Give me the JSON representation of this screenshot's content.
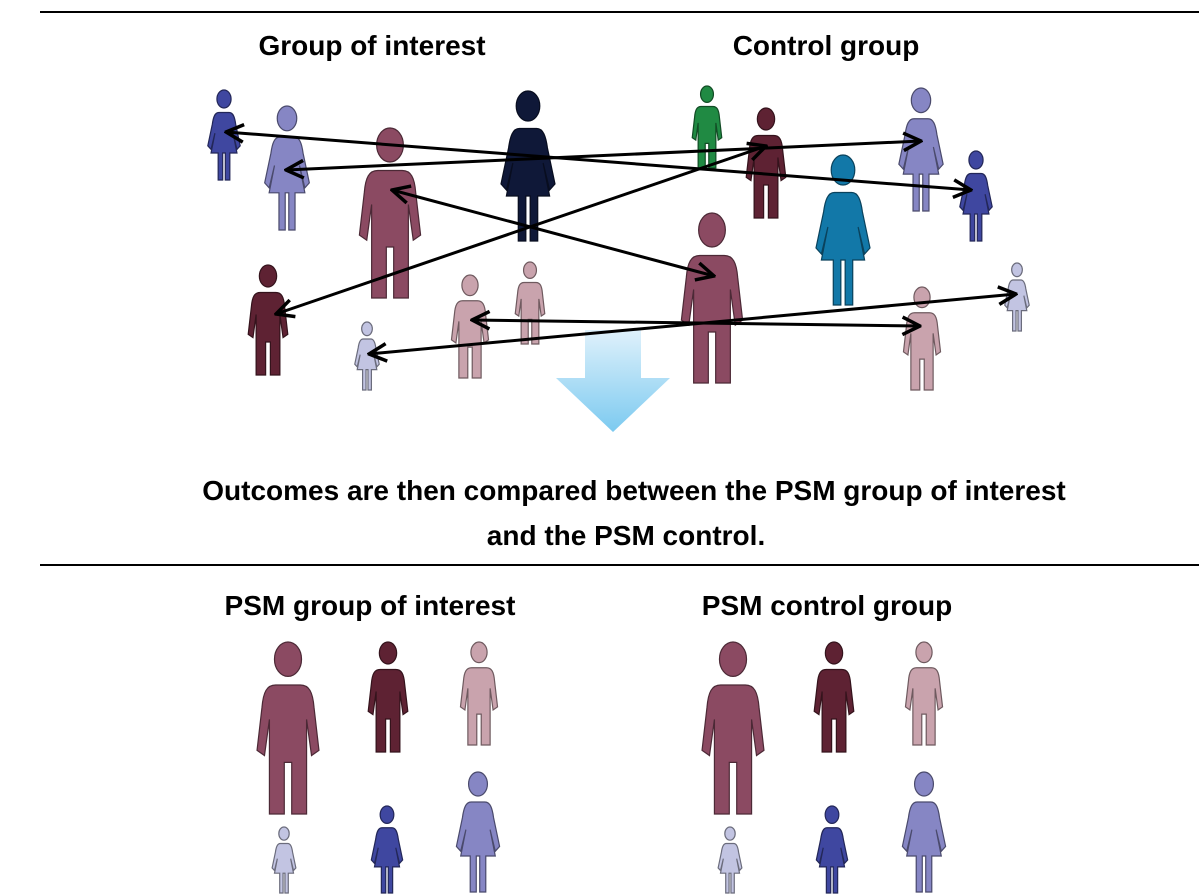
{
  "headings": {
    "group_of_interest": "Group of interest",
    "control_group": "Control group",
    "caption_line1": "Outcomes are then compared between the PSM group of interest",
    "caption_line2": "and the PSM control.",
    "psm_group_of_interest": "PSM group of interest",
    "psm_control_group": "PSM control group"
  },
  "colors": {
    "navy": "#0f1838",
    "mauve": "#8b4a62",
    "maroon": "#5e2233",
    "pink": "#c9a3ad",
    "periwinkle": "#8686c4",
    "indigo": "#3f47a0",
    "pale_lavender": "#c2c4e2",
    "green": "#208a43",
    "teal": "#1278a8",
    "arrow": "#000000",
    "down_arrow_top": "#dff1fb",
    "down_arrow_bottom": "#7ccaf0"
  },
  "people": {
    "top": [
      {
        "id": "goi-small-woman-indigo",
        "sex": "female",
        "color": "indigo"
      },
      {
        "id": "goi-woman-periwinkle",
        "sex": "female",
        "color": "periwinkle"
      },
      {
        "id": "goi-man-mauve",
        "sex": "male",
        "color": "mauve"
      },
      {
        "id": "goi-woman-navy",
        "sex": "female",
        "color": "navy"
      },
      {
        "id": "goi-man-maroon",
        "sex": "male",
        "color": "maroon"
      },
      {
        "id": "goi-man-pink",
        "sex": "male",
        "color": "pink"
      },
      {
        "id": "goi-man-pink-small",
        "sex": "male",
        "color": "pink"
      },
      {
        "id": "goi-girl-pale",
        "sex": "female",
        "color": "pale_lavender"
      },
      {
        "id": "ctl-man-green",
        "sex": "male",
        "color": "green"
      },
      {
        "id": "ctl-man-maroon",
        "sex": "male",
        "color": "maroon"
      },
      {
        "id": "ctl-woman-periwinkle",
        "sex": "female",
        "color": "periwinkle"
      },
      {
        "id": "ctl-woman-indigo",
        "sex": "female",
        "color": "indigo"
      },
      {
        "id": "ctl-woman-teal",
        "sex": "female",
        "color": "teal"
      },
      {
        "id": "ctl-man-mauve",
        "sex": "male",
        "color": "mauve"
      },
      {
        "id": "ctl-man-pink",
        "sex": "male",
        "color": "pink"
      },
      {
        "id": "ctl-girl-pale",
        "sex": "female",
        "color": "pale_lavender"
      }
    ],
    "psm_group_of_interest": [
      {
        "sex": "male",
        "color": "mauve"
      },
      {
        "sex": "male",
        "color": "maroon"
      },
      {
        "sex": "male",
        "color": "pink"
      },
      {
        "sex": "female",
        "color": "pale_lavender"
      },
      {
        "sex": "female",
        "color": "indigo"
      },
      {
        "sex": "female",
        "color": "periwinkle"
      }
    ],
    "psm_control_group": [
      {
        "sex": "male",
        "color": "mauve"
      },
      {
        "sex": "male",
        "color": "maroon"
      },
      {
        "sex": "male",
        "color": "pink"
      },
      {
        "sex": "female",
        "color": "pale_lavender"
      },
      {
        "sex": "female",
        "color": "indigo"
      },
      {
        "sex": "female",
        "color": "periwinkle"
      }
    ]
  },
  "matches": [
    {
      "from": "goi-small-woman-indigo",
      "to": "ctl-woman-indigo"
    },
    {
      "from": "goi-woman-periwinkle",
      "to": "ctl-woman-periwinkle"
    },
    {
      "from": "goi-man-mauve",
      "to": "ctl-man-mauve"
    },
    {
      "from": "goi-man-maroon",
      "to": "ctl-man-maroon"
    },
    {
      "from": "goi-man-pink",
      "to": "ctl-man-pink"
    },
    {
      "from": "goi-girl-pale",
      "to": "ctl-girl-pale"
    }
  ]
}
